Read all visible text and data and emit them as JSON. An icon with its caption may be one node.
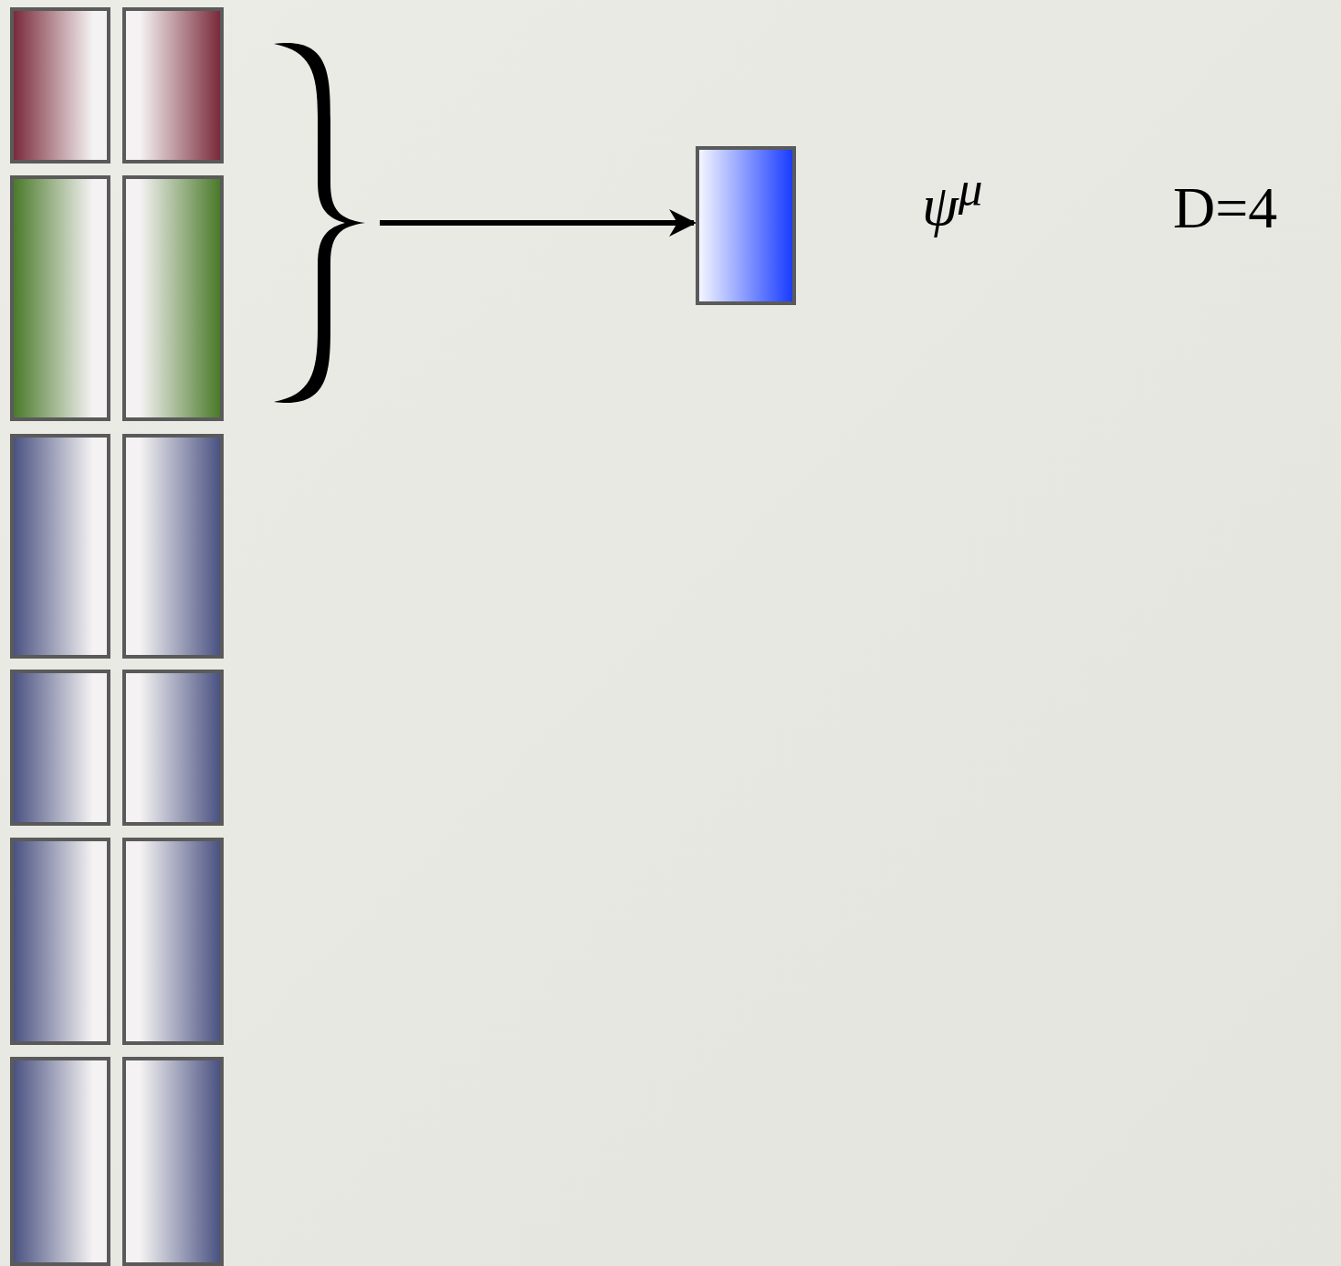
{
  "diagram": {
    "nodes": [
      {
        "text": [],
        "shape": "box"
      },
      {
        "text": [],
        "shape": "box"
      },
      {
        "text": [],
        "shape": "box"
      },
      {
        "text": [],
        "shape": "box"
      },
      {
        "text": [],
        "shape": "box"
      },
      {
        "text": [],
        "shape": "box"
      },
      {
        "text": [],
        "shape": "box"
      },
      {
        "text": [],
        "shape": "box"
      },
      {
        "text": [],
        "shape": "box"
      },
      {
        "text": [],
        "shape": "box"
      },
      {
        "text": [],
        "shape": "box"
      },
      {
        "text": [],
        "shape": "box"
      },
      {
        "text": [],
        "shape": "brace"
      },
      {
        "text": [],
        "shape": "box"
      }
    ],
    "edges": [
      {
        "from": 12,
        "to": 13,
        "arrow": "to"
      }
    ],
    "labels": [
      "ψ$^{μ}$",
      "D=4"
    ]
  }
}
